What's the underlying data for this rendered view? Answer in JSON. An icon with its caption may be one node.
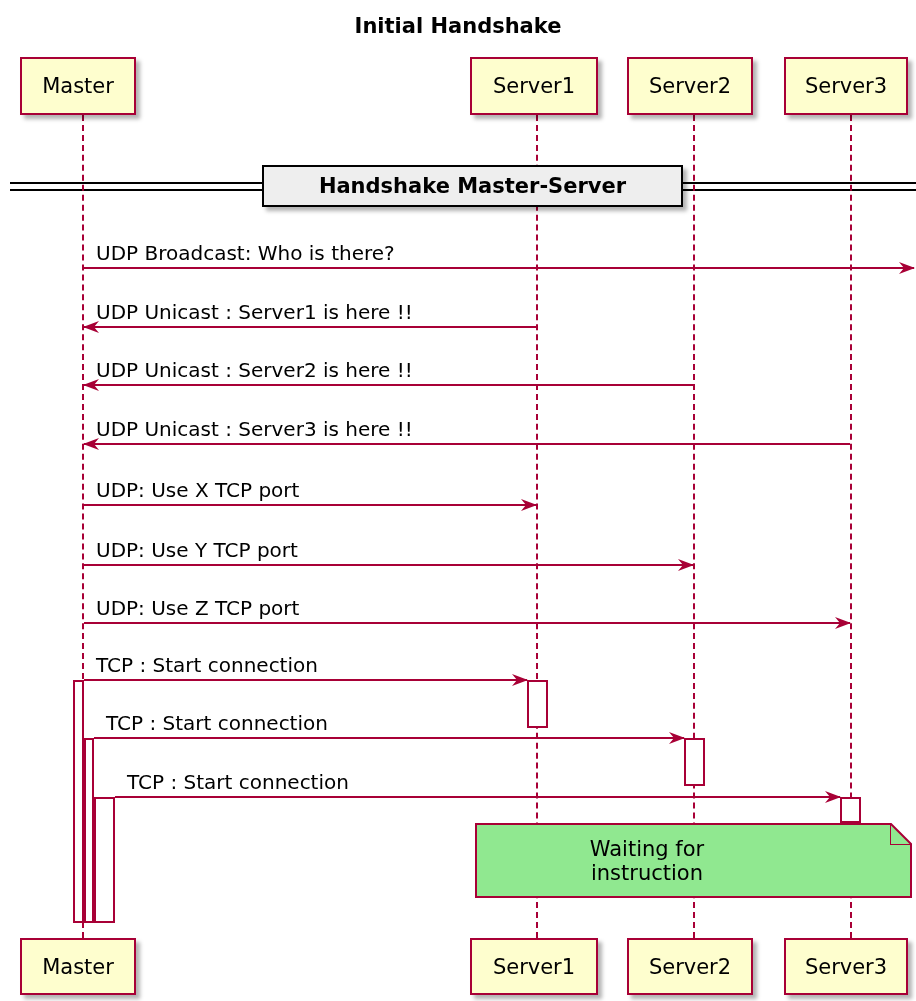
{
  "diagram": {
    "title": "Initial Handshake",
    "nodes": [
      {
        "text": [
          "Master"
        ]
      },
      {
        "text": [
          "Server1"
        ]
      },
      {
        "text": [
          "Server2"
        ]
      },
      {
        "text": [
          "Server3"
        ]
      },
      {
        "text": [
          "Handshake Master-Server"
        ]
      },
      {
        "text": [],
        "shape": "line"
      },
      {
        "text": [],
        "shape": "line"
      },
      {
        "text": [],
        "shape": "line"
      },
      {
        "text": [],
        "shape": "line"
      },
      {
        "text": [],
        "shape": "bar"
      },
      {
        "text": [],
        "shape": "bar"
      },
      {
        "text": [],
        "shape": "bar"
      },
      {
        "text": [],
        "shape": "bar"
      },
      {
        "text": [],
        "shape": "bar"
      },
      {
        "text": [],
        "shape": "bar"
      },
      {
        "text": [
          "Waiting for instruction"
        ]
      },
      {
        "text": [
          "Master"
        ]
      },
      {
        "text": [
          "Server1"
        ]
      },
      {
        "text": [
          "Server2"
        ]
      },
      {
        "text": [
          "Server3"
        ]
      }
    ],
    "edges": [
      {
        "from": 5,
        "to": null,
        "arrow": "to",
        "label": "UDP Broadcast: Who is there?"
      },
      {
        "from": 6,
        "to": 5,
        "arrow": "to",
        "label": "UDP Unicast : Server1 is here !!"
      },
      {
        "from": 7,
        "to": 5,
        "arrow": "to",
        "label": "UDP Unicast : Server2 is here !!"
      },
      {
        "from": 8,
        "to": 5,
        "arrow": "to",
        "label": "UDP Unicast : Server3 is here !!"
      },
      {
        "from": 5,
        "to": 6,
        "arrow": "to",
        "label": "UDP: Use X TCP port"
      },
      {
        "from": 5,
        "to": 7,
        "arrow": "to",
        "label": "UDP: Use Y TCP port"
      },
      {
        "from": 5,
        "to": 8,
        "arrow": "to",
        "label": "UDP: Use Z TCP port"
      },
      {
        "from": 9,
        "to": 12,
        "arrow": "to",
        "label": "TCP : Start connection"
      },
      {
        "from": 10,
        "to": 13,
        "arrow": "to",
        "label": "TCP : Start connection"
      },
      {
        "from": 11,
        "to": 14,
        "arrow": "to",
        "label": "TCP : Start connection"
      }
    ]
  }
}
